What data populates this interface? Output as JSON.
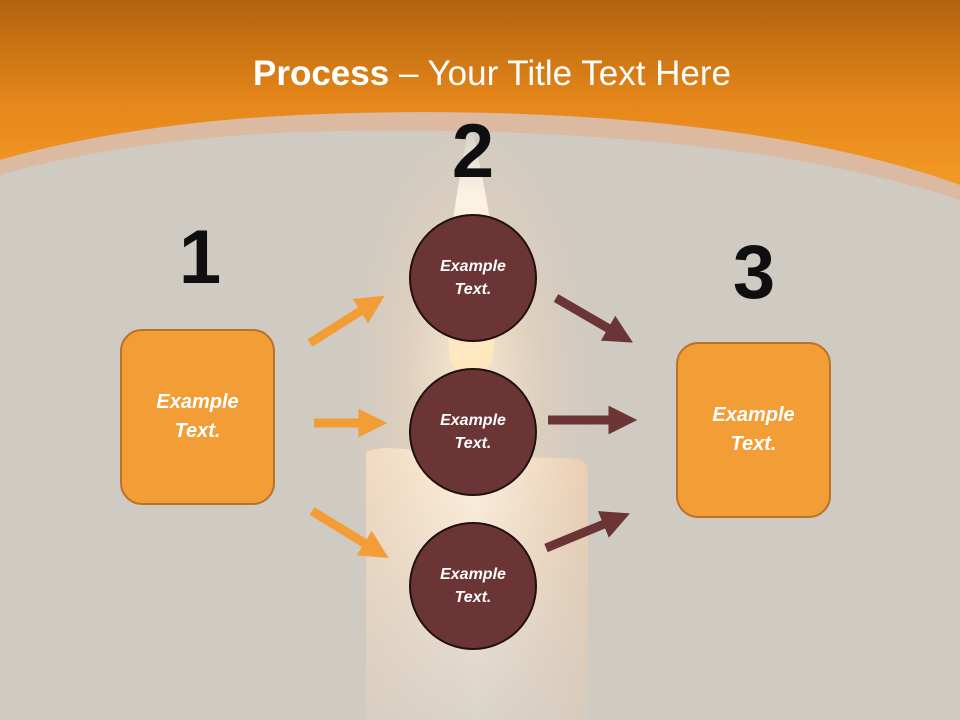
{
  "slide": {
    "title_bold": "Process",
    "title_rest": " – Your Title Text Here"
  },
  "steps": [
    {
      "number": "1"
    },
    {
      "number": "2"
    },
    {
      "number": "3"
    }
  ],
  "boxes": {
    "left": "Example Text.",
    "right": "Example Text."
  },
  "circles": [
    {
      "text": "Example Text."
    },
    {
      "text": "Example Text."
    },
    {
      "text": "Example Text."
    }
  ],
  "colors": {
    "header": "#f0921e",
    "background": "#cfcac2",
    "box_fill": "#f29d35",
    "box_border": "#b8722a",
    "circle_fill": "#6b3535",
    "orange_arrow": "#f29d35",
    "brown_arrow": "#6b3535",
    "number_text": "#0f0f0f"
  }
}
